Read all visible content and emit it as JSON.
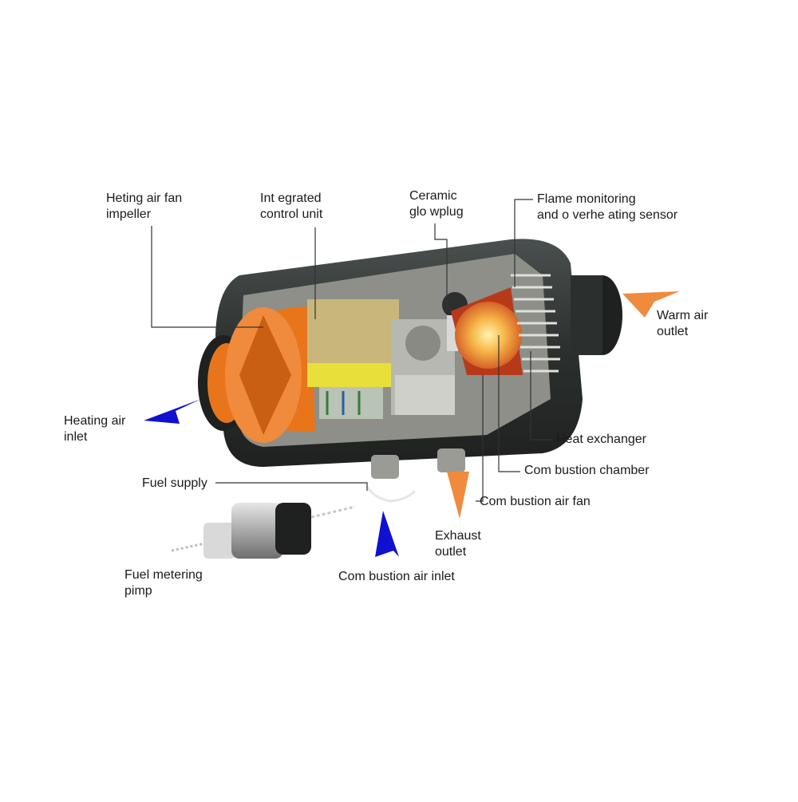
{
  "labels": {
    "heating_fan_impeller": [
      "Heting air fan",
      "impeller"
    ],
    "control_unit": [
      "Int egrated",
      "control unit"
    ],
    "glow_plug": [
      "Ceramic",
      "glo wplug"
    ],
    "flame_sensor": [
      "Flame monitoring",
      "and o verhe ating sensor"
    ],
    "warm_air_outlet": [
      "Warm air",
      "outlet"
    ],
    "heating_air_inlet": [
      "Heating air",
      "inlet"
    ],
    "heat_exchanger": "Heat exchanger",
    "combustion_chamber": "Com bustion chamber",
    "fuel_supply": "Fuel supply",
    "combustion_air_fan": "Com bustion air fan",
    "exhaust_outlet": [
      "Exhaust",
      "outlet"
    ],
    "fuel_metering_pump": [
      "Fuel metering",
      "pimp"
    ],
    "combustion_air_inlet": "Com bustion air inlet"
  },
  "colors": {
    "hot_air_arrow": "#f08a3c",
    "cold_air_arrow": "#1010d0",
    "impeller_orange": "#e8751a",
    "housing_dark": "#2b2f2e"
  }
}
